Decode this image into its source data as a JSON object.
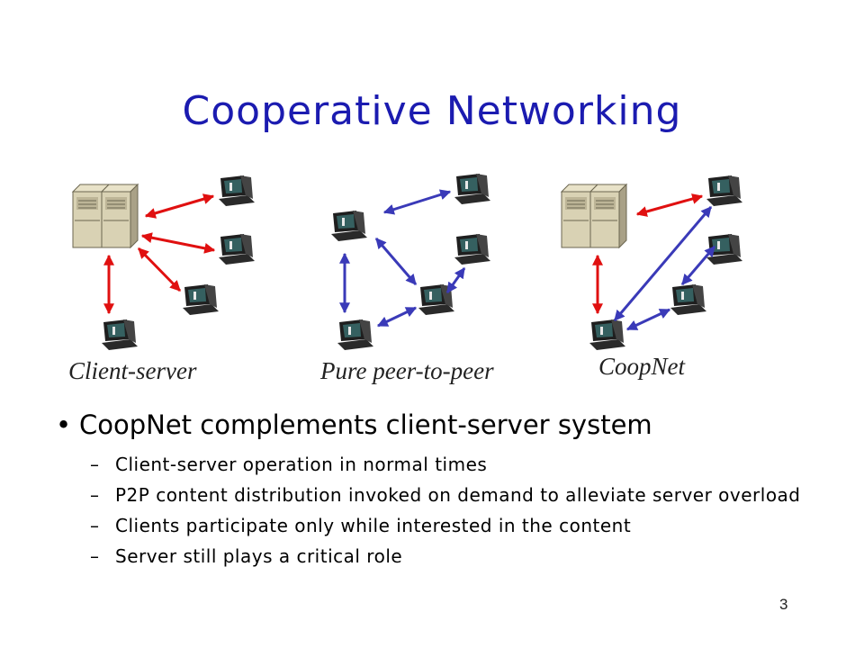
{
  "slide": {
    "title": "Cooperative Networking",
    "page_number": "3"
  },
  "diagrams": [
    {
      "caption": "Client-server",
      "link_color": "#e01010"
    },
    {
      "caption": "Pure peer-to-peer",
      "link_color": "#3a3ab8"
    },
    {
      "caption": "CoopNet",
      "link_colors": [
        "#e01010",
        "#3a3ab8"
      ]
    }
  ],
  "bullets": {
    "main": "CoopNet complements client-server system",
    "sub": [
      "Client-server operation in normal times",
      "P2P content distribution invoked on demand to alleviate server overload",
      "Clients participate only while interested in the content",
      "Server still plays a critical role"
    ]
  }
}
